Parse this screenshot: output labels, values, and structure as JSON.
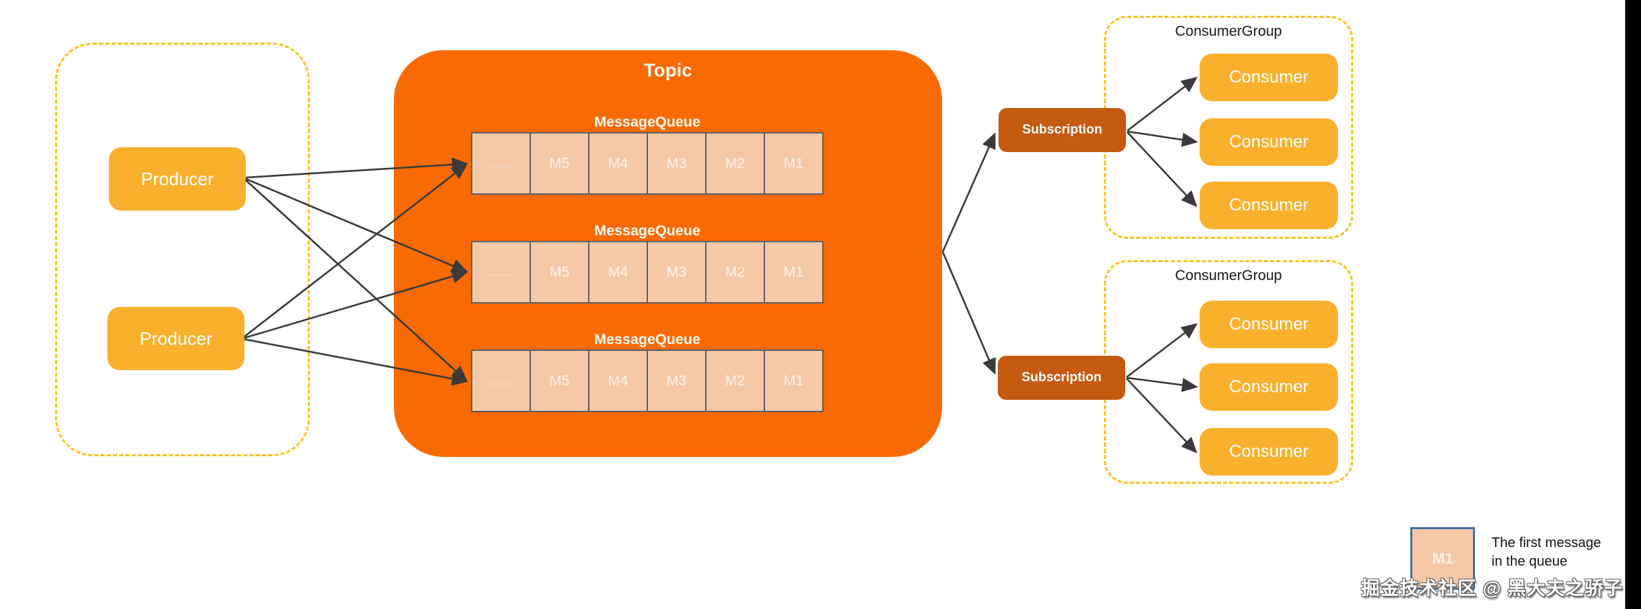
{
  "producer_group": {
    "producers": [
      {
        "label": "Producer"
      },
      {
        "label": "Producer"
      }
    ]
  },
  "topic": {
    "title": "Topic",
    "queues": [
      {
        "label": "MessageQueue",
        "cells": [
          "......",
          "M5",
          "M4",
          "M3",
          "M2",
          "M1"
        ]
      },
      {
        "label": "MessageQueue",
        "cells": [
          "......",
          "M5",
          "M4",
          "M3",
          "M2",
          "M1"
        ]
      },
      {
        "label": "MessageQueue",
        "cells": [
          "......",
          "M5",
          "M4",
          "M3",
          "M2",
          "M1"
        ]
      }
    ]
  },
  "subscriptions": [
    {
      "label": "Subscription"
    },
    {
      "label": "Subscription"
    }
  ],
  "consumer_groups": [
    {
      "title": "ConsumerGroup",
      "consumers": [
        {
          "label": "Consumer"
        },
        {
          "label": "Consumer"
        },
        {
          "label": "Consumer"
        }
      ]
    },
    {
      "title": "ConsumerGroup",
      "consumers": [
        {
          "label": "Consumer"
        },
        {
          "label": "Consumer"
        },
        {
          "label": "Consumer"
        }
      ]
    }
  ],
  "legend": {
    "cell_label": "M1",
    "description_line1": "The first message",
    "description_line2": "in the queue"
  },
  "watermark": "掘金技术社区 @ 黑大夫之骄子",
  "colors": {
    "node_yellow": "#F9B02C",
    "dashed_border_yellow": "#FFC01E",
    "topic_orange": "#F96A02",
    "queue_cell_peach": "#F6C8A6",
    "queue_cell_border": "#5B6068",
    "subscription_brown": "#C55A11",
    "legend_border_blue": "#41719C",
    "arrow_gray": "#3A3A3A",
    "background": "#FFFFFF",
    "right_strip_black": "#000000"
  }
}
